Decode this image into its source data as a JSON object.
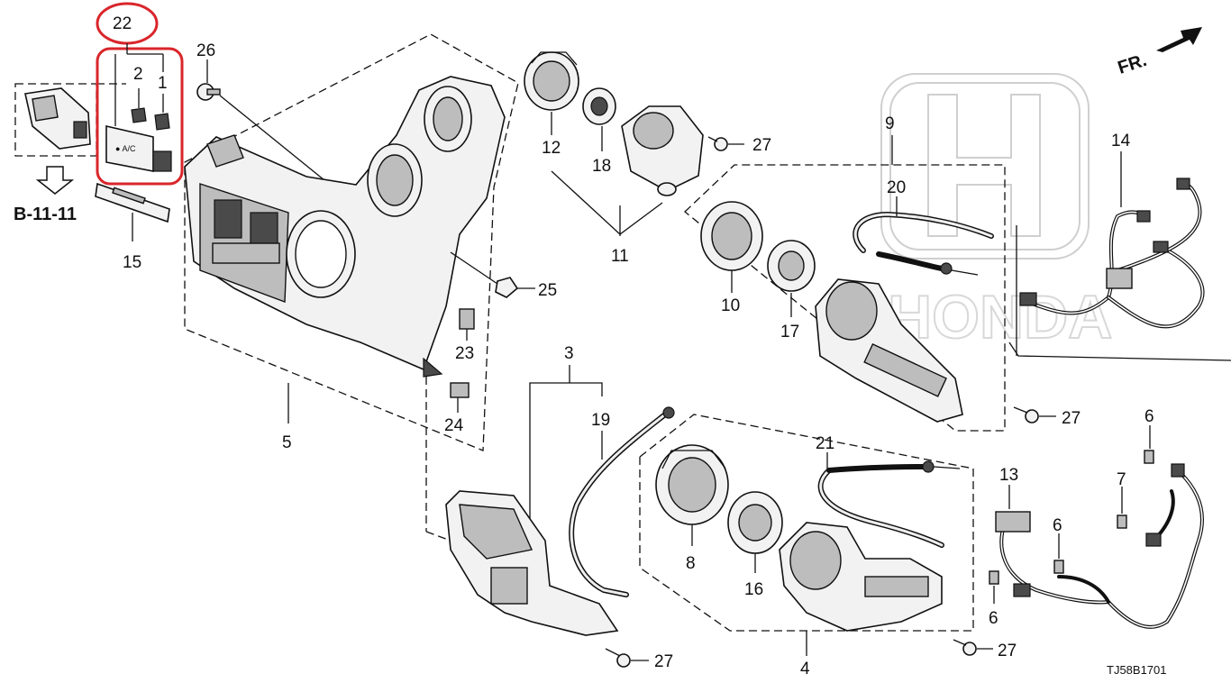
{
  "diagram_code": "TJ58B1701",
  "front_marker": "FR.",
  "reference": "B-11-11",
  "callouts": {
    "c1": "1",
    "c2": "2",
    "c3": "3",
    "c4": "4",
    "c5": "5",
    "c6a": "6",
    "c6b": "6",
    "c6c": "6",
    "c7": "7",
    "c8": "8",
    "c9": "9",
    "c10": "10",
    "c11": "11",
    "c12": "12",
    "c13": "13",
    "c14": "14",
    "c15": "15",
    "c16": "16",
    "c17": "17",
    "c18": "18",
    "c19": "19",
    "c20": "20",
    "c21": "21",
    "c22": "22",
    "c23": "23",
    "c24": "24",
    "c25": "25",
    "c26": "26",
    "c27a": "27",
    "c27b": "27",
    "c27c": "27",
    "c27d": "27"
  },
  "highlight_color": "#d9262b",
  "icons": [
    "front-arrow-icon",
    "reference-arrow-icon",
    "honda-watermark"
  ]
}
